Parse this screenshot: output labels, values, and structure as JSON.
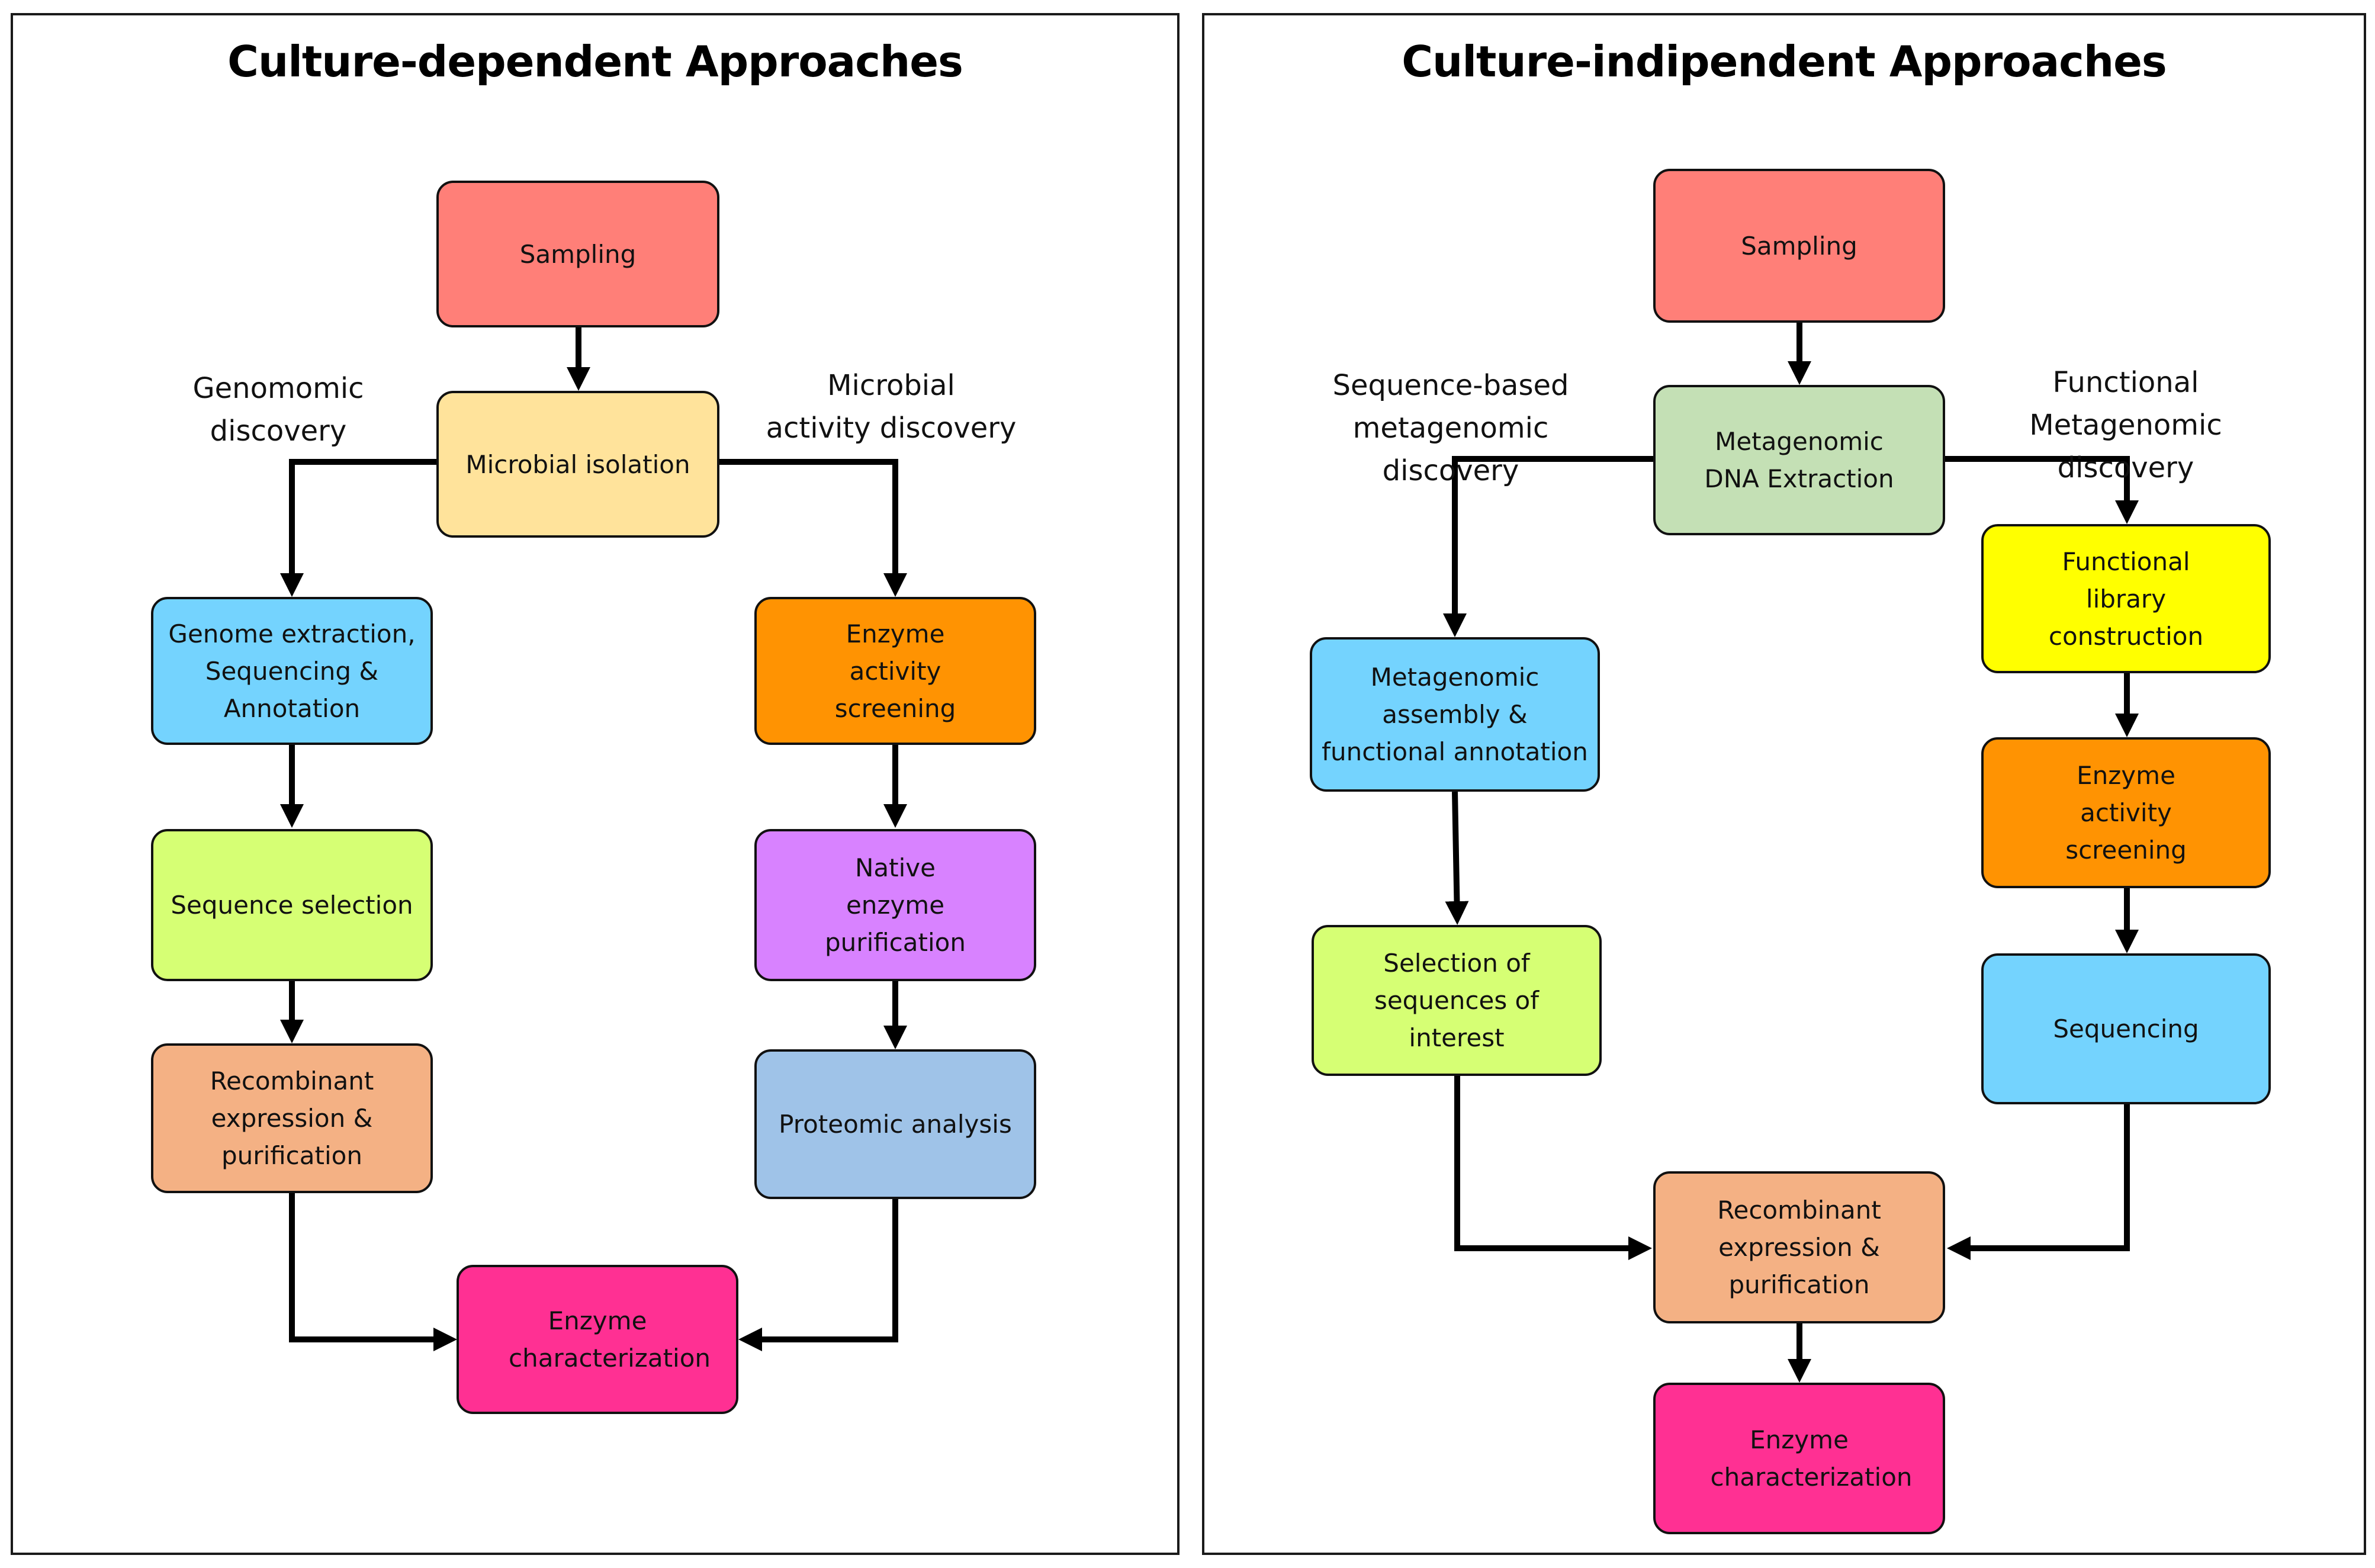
{
  "colors": {
    "sampling": "#ff7f78",
    "isolation": "#ffe39b",
    "dna_extraction": "#c4e0b5",
    "blue": "#74d3fe",
    "green": "#d6ff74",
    "orange": "#ff9302",
    "purple": "#d882ff",
    "steel": "#9fc3e8",
    "peach": "#f4b184",
    "magenta": "#ff3093",
    "yellow": "#ffff00"
  },
  "left_panel": {
    "title": "Culture-dependent Approaches",
    "branch_genomic": "Genomomic\ndiscovery",
    "branch_activity": "Microbial\nactivity discovery",
    "boxes": {
      "sampling": "Sampling",
      "isolation": "Microbial isolation",
      "genome": "Genome extraction, Sequencing & Annotation",
      "enzyme_screen": "Enzyme activity screening",
      "seq_select": "Sequence selection",
      "native_purif": "Native enzyme purification",
      "recombinant": "Recombinant expression & purification",
      "proteomic": "Proteomic analysis",
      "characterization": "Enzyme characterization"
    }
  },
  "right_panel": {
    "title": "Culture-indipendent Approaches",
    "branch_sequence": "Sequence-based\nmetagenomic discovery",
    "branch_functional": "Functional\nMetagenomic discovery",
    "boxes": {
      "sampling": "Sampling",
      "dna_extraction": "Metagenomic DNA Extraction",
      "functional_lib": "Functional library construction",
      "assembly": "Metagenomic assembly & functional annotation",
      "enzyme_screen": "Enzyme activity screening",
      "selection": "Selection of sequences of interest",
      "sequencing": "Sequencing",
      "recombinant": "Recombinant expression & purification",
      "characterization": "Enzyme characterization"
    }
  }
}
